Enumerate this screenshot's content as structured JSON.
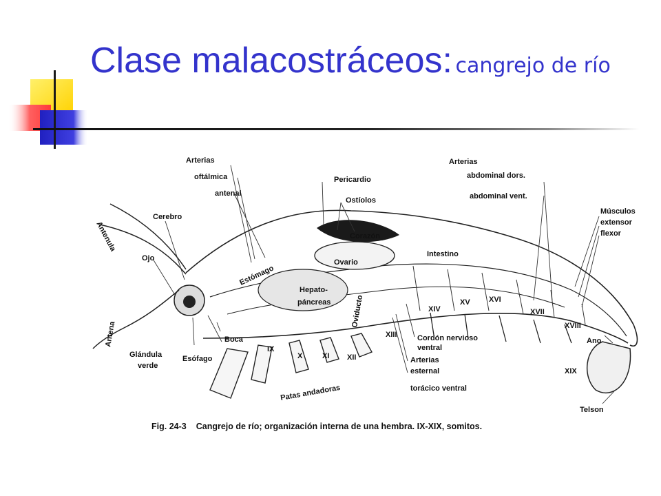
{
  "slide": {
    "title_main": "Clase malacostráceos:",
    "title_sub": "cangrejo de río"
  },
  "figure": {
    "labels": {
      "arterias_top": "Arterias",
      "oftalmica": "oftálmica",
      "antenal": "antenal",
      "pericardio": "Pericardio",
      "ostiolos": "Ostíolos",
      "arterias_right": "Arterias",
      "abdominal_dors": "abdominal dors.",
      "abdominal_vent": "abdominal vent.",
      "musculos": "Músculos",
      "extensor": "extensor",
      "flexor": "flexor",
      "cerebro": "Cerebro",
      "corazon": "Corazón",
      "ojo": "Ojo",
      "ovario": "Ovario",
      "intestino": "Intestino",
      "estomago": "Estómago",
      "hepato": "Hepato-",
      "pancreas": "páncreas",
      "oviducto": "Oviducto",
      "antenula": "Antenula",
      "antena": "Antena",
      "glandula": "Glándula",
      "verde": "verde",
      "esofago": "Esófago",
      "boca": "Boca",
      "cordon": "Cordón nervioso",
      "ventral": "ventral",
      "arterias_bottom": "Arterias",
      "esternal": "esternal",
      "toracico": "torácico ventral",
      "patas": "Patas andadoras",
      "ano": "Ano",
      "telson": "Telson"
    },
    "somites": [
      "IX",
      "X",
      "XI",
      "XII",
      "XIII",
      "XIV",
      "XV",
      "XVI",
      "XVII",
      "XVIII",
      "XIX"
    ]
  },
  "caption": {
    "fig": "Fig. 24-3",
    "text": "Cangrejo de río; organización interna de una hembra. IX-XIX, somitos."
  }
}
